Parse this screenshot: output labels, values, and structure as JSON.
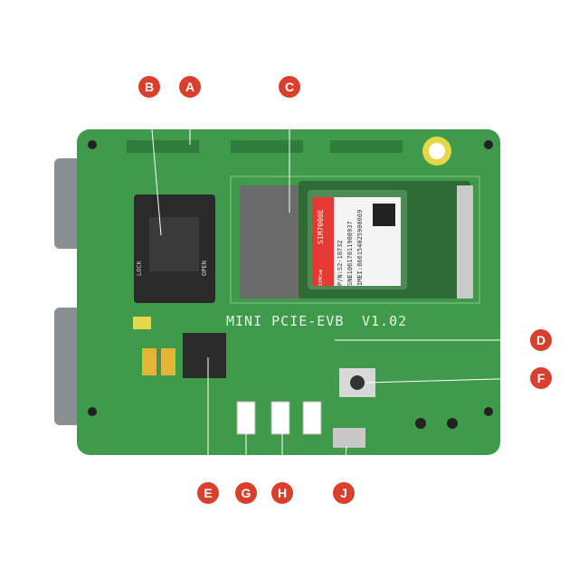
{
  "board": {
    "silkscreen_label": "MINI PCIE-EVB",
    "version": "V1.02",
    "sim_holder_lock": "LOCK",
    "sim_holder_open": "OPEN",
    "colors": {
      "board": "#3f9a4a",
      "callout": "#d8402d",
      "module_label": "#e53a32"
    }
  },
  "module": {
    "model": "SIM7000E",
    "pn": "P/N:S2-10732",
    "sn": "SNE10617011908937",
    "imei": "IMEI:866154025900669",
    "brand": "SIMCom"
  },
  "callouts": [
    "A",
    "B",
    "C",
    "D",
    "E",
    "F",
    "G",
    "H",
    "J"
  ]
}
